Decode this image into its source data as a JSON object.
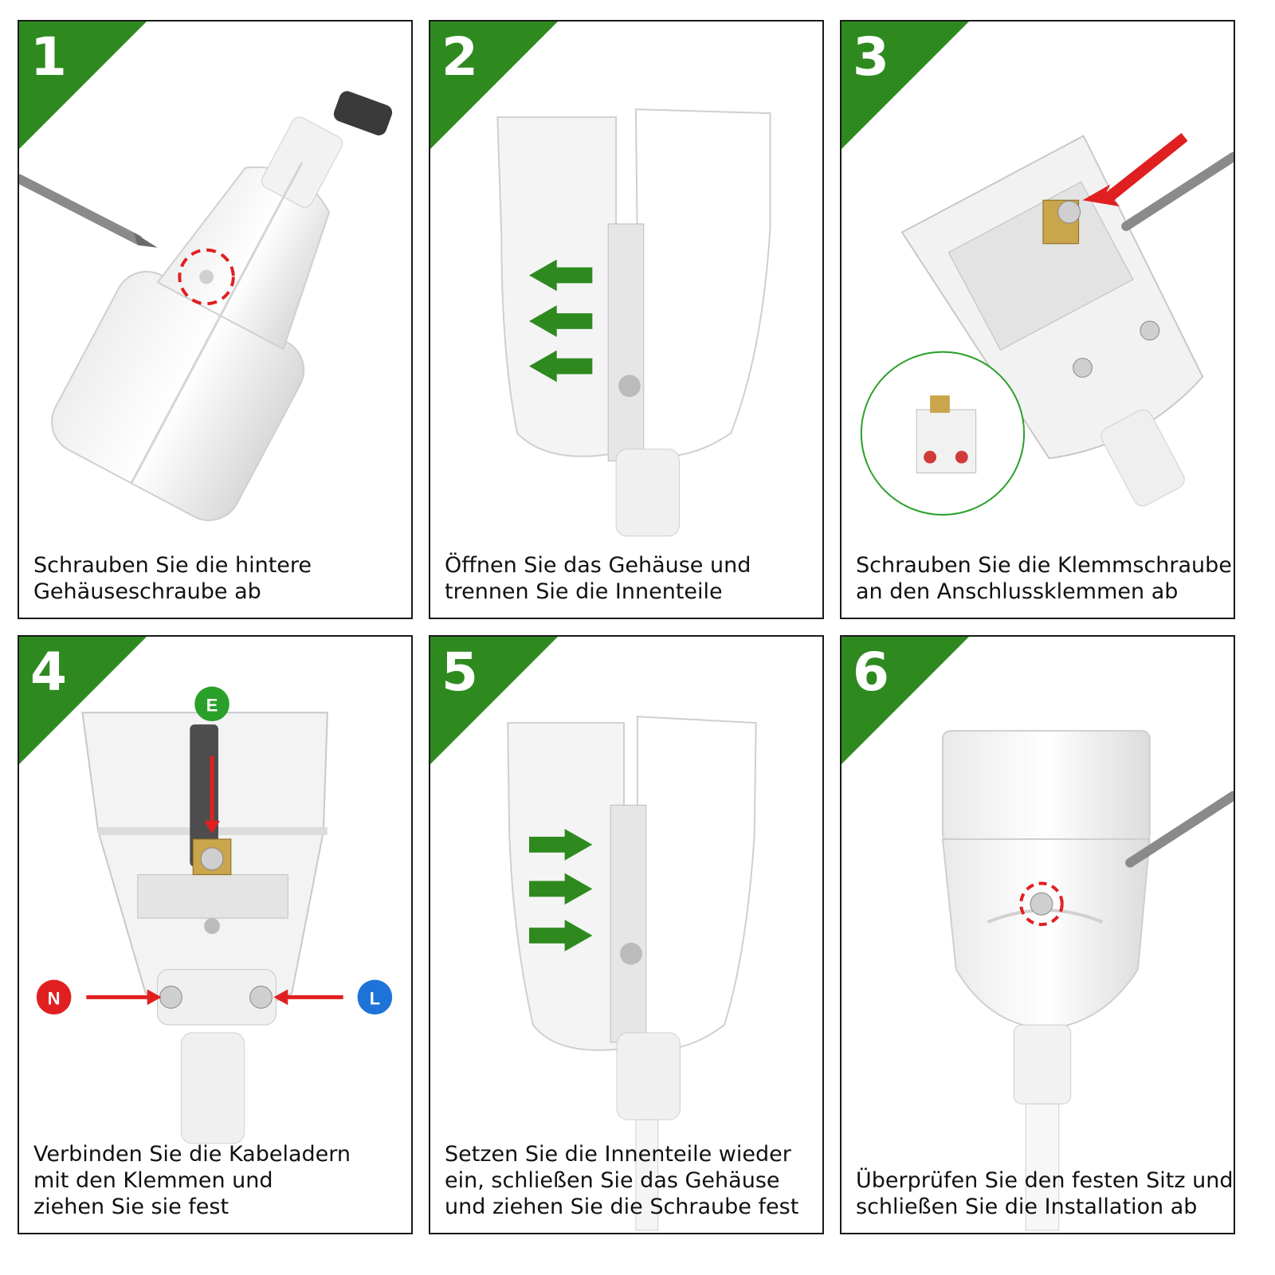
{
  "colors": {
    "badge": "#2e8a1f",
    "arrow_green": "#2e8a1f",
    "arrow_red": "#e02020",
    "marker_red": "#e02020",
    "marker_green": "#2aa02a",
    "marker_blue": "#1e73d8"
  },
  "steps": [
    {
      "number": "1",
      "caption": [
        "Schrauben Sie die hintere",
        "Gehäuseschraube ab"
      ]
    },
    {
      "number": "2",
      "caption": [
        "Öffnen Sie das Gehäuse und",
        "trennen Sie die Innenteile"
      ]
    },
    {
      "number": "3",
      "caption": [
        "Schrauben Sie die Klemmschrauben",
        "an den Anschlussklemmen ab"
      ]
    },
    {
      "number": "4",
      "caption": [
        "Verbinden Sie die Kabeladern",
        "mit den Klemmen und",
        "ziehen Sie sie fest"
      ],
      "labels": {
        "earth": "E",
        "neutral": "N",
        "live": "L"
      }
    },
    {
      "number": "5",
      "caption": [
        "Setzen Sie die Innenteile wieder",
        "ein, schließen Sie das Gehäuse",
        "und ziehen Sie die Schraube fest"
      ]
    },
    {
      "number": "6",
      "caption": [
        "Überprüfen Sie den festen Sitz und",
        "schließen Sie die Installation ab"
      ]
    }
  ]
}
